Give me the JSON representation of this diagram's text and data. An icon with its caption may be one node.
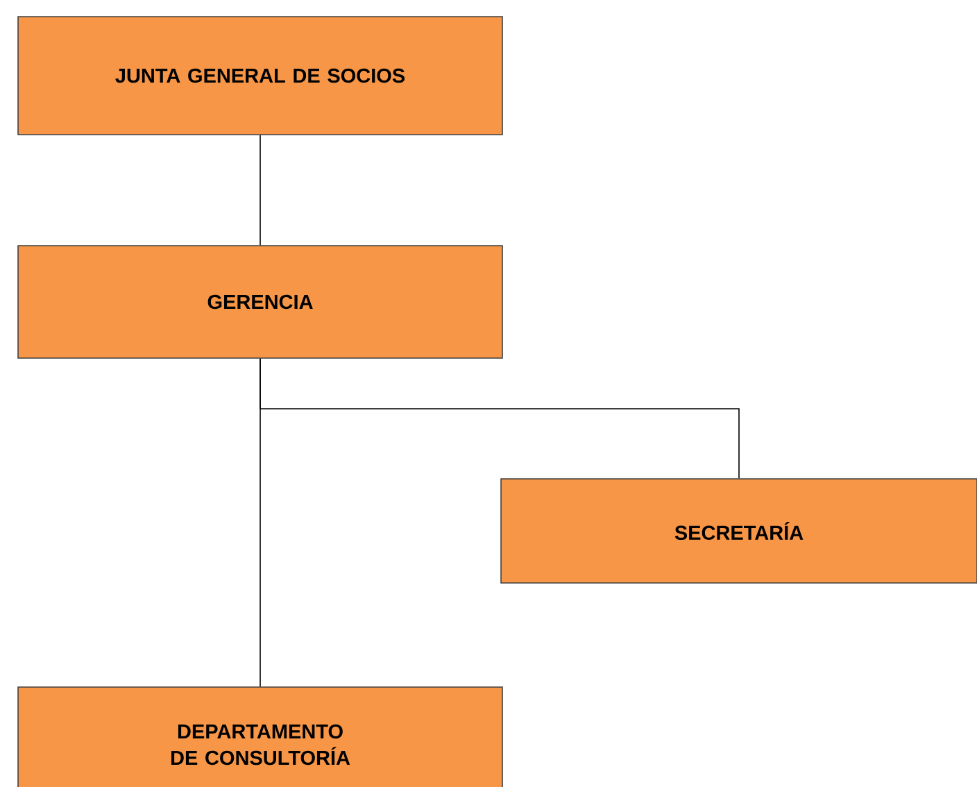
{
  "diagram": {
    "nodes": [
      {
        "text": [
          "JUNTA GENERAL DE SOCIOS"
        ]
      },
      {
        "text": [
          "GERENCIA"
        ]
      },
      {
        "text": [
          "SECRETARÍA"
        ]
      },
      {
        "text": [
          "DEPARTAMENTO DE CONSULTORÍA"
        ]
      }
    ],
    "edges": [
      {
        "from": 0,
        "to": 1,
        "arrow": "none"
      },
      {
        "from": 1,
        "to": 2,
        "arrow": "none"
      },
      {
        "from": 1,
        "to": 3,
        "arrow": "none"
      }
    ]
  }
}
